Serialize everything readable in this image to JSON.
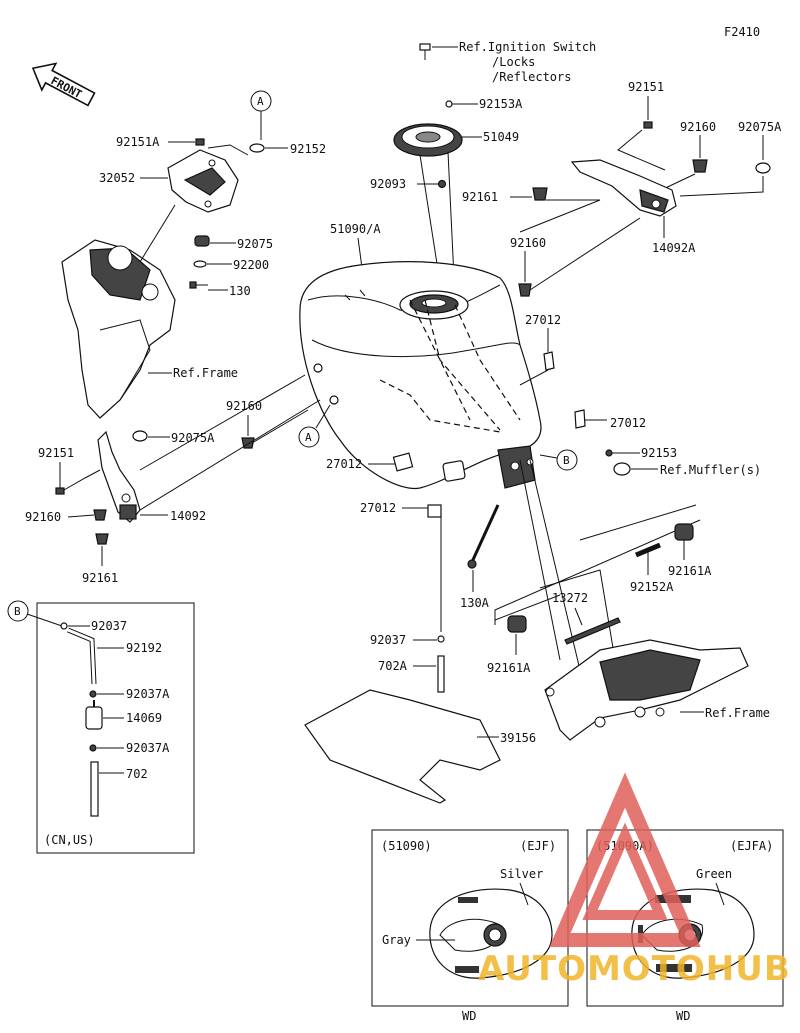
{
  "figure_code": "F2410",
  "front_label": "FRONT",
  "ref_labels": {
    "ignition": "Ref.Ignition Switch",
    "locks": "/Locks",
    "reflectors": "/Reflectors",
    "frame_left": "Ref.Frame",
    "frame_right": "Ref.Frame",
    "muffler": "Ref.Muffler(s)"
  },
  "markers": {
    "a": "A",
    "b": "B"
  },
  "parts": {
    "p92151A": "92151A",
    "p92152": "92152",
    "p32052": "32052",
    "p92075": "92075",
    "p92200": "92200",
    "p130": "130",
    "p92153A": "92153A",
    "p51049": "51049",
    "p92093": "92093",
    "p92161_top": "92161",
    "p92151_top": "92151",
    "p92160_top": "92160",
    "p92075A_top": "92075A",
    "p14092A": "14092A",
    "p92160_mid": "92160",
    "p51090A": "51090/A",
    "p27012_a": "27012",
    "p27012_b": "27012",
    "p27012_c": "27012",
    "p27012_d": "27012",
    "p92160_left": "92160",
    "p92075A_left": "92075A",
    "p92151_left": "92151",
    "p92160_left2": "92160",
    "p14092": "14092",
    "p92161_left": "92161",
    "p92153": "92153",
    "p130A": "130A",
    "p92037": "92037",
    "p702A": "702A",
    "p39156": "39156",
    "p13272": "13272",
    "p92161A_a": "92161A",
    "p92161A_b": "92161A",
    "p92152A": "92152A"
  },
  "inset_b": {
    "marker": "B",
    "items": [
      "92037",
      "92192",
      "92037A",
      "14069",
      "92037A",
      "702"
    ],
    "note": "(CN,US)"
  },
  "variant_left": {
    "code": "(51090)",
    "market": "(EJF)",
    "color_main": "Silver",
    "color_sub": "Gray",
    "footer": "WD"
  },
  "variant_right": {
    "code": "(51090A)",
    "market": "(EJFA)",
    "color_main": "Green",
    "footer": "WD"
  },
  "watermark": "AUTOMOTOHUB"
}
